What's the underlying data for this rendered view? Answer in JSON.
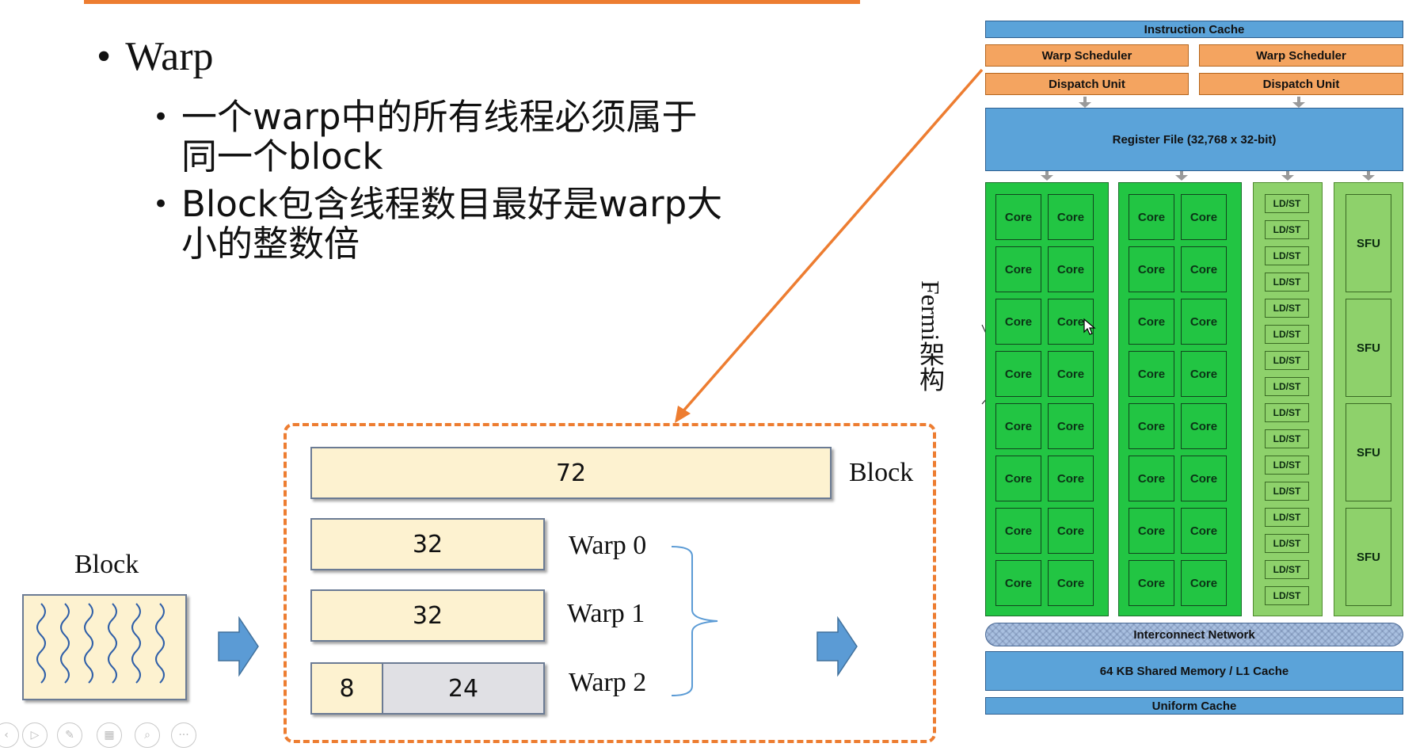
{
  "slide": {
    "bullet_main": "Warp",
    "sub_bullets": [
      {
        "line1": "一个warp中的所有线程必须属于",
        "line2": "同一个block"
      },
      {
        "line1": "Block包含线程数目最好是warp大",
        "line2": "小的整数倍"
      }
    ]
  },
  "block_icon": {
    "label": "Block"
  },
  "block_diagram": {
    "block_value": "72",
    "block_label": "Block",
    "warps": [
      {
        "label": "Warp 0",
        "values": [
          "32"
        ]
      },
      {
        "label": "Warp 1",
        "values": [
          "32"
        ]
      },
      {
        "label": "Warp 2",
        "values": [
          "8",
          "24"
        ]
      }
    ]
  },
  "fermi": {
    "caption": "Fermi架构",
    "instruction_cache": "Instruction Cache",
    "warp_scheduler": "Warp Scheduler",
    "dispatch_unit": "Dispatch Unit",
    "register_file": "Register File (32,768 x 32-bit)",
    "core_label": "Core",
    "ldst_label": "LD/ST",
    "sfu_label": "SFU",
    "interconnect": "Interconnect Network",
    "shared_memory": "64 KB Shared Memory / L1 Cache",
    "uniform_cache": "Uniform Cache"
  },
  "colors": {
    "accent_orange": "#ed7d31",
    "arrow_blue": "#5b9bd5",
    "core_green": "#22c543",
    "light_green": "#8ed16b",
    "cache_blue": "#5ba3d9",
    "block_fill": "#fdf2d0"
  },
  "controls": [
    "previous-icon",
    "play-icon",
    "pen-icon",
    "slides-icon",
    "zoom-icon",
    "more-icon"
  ]
}
